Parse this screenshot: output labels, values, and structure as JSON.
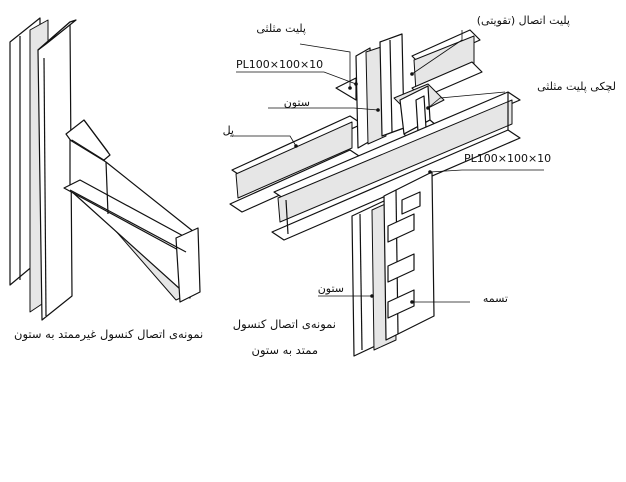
{
  "left_detail": {
    "caption": "نمونه‌ی اتصال کنسول غیرممتد به ستون"
  },
  "right_detail": {
    "labels": {
      "stiffener_plate": "پلیت اتصال (تقویتی)",
      "triangular_plate": "پلیت مثلثی",
      "pl_top": "PL100×100×10",
      "column_top": "ستون",
      "beam": "پل",
      "triangular_plate_bracket": "لچکی پلیت مثلثی",
      "pl_right": "PL100×100×10",
      "column_bottom": "ستون",
      "strap": "تسمه"
    },
    "caption_line1": "نمونه‌ی اتصال کنسول",
    "caption_line2": "ممتد به ستون"
  }
}
